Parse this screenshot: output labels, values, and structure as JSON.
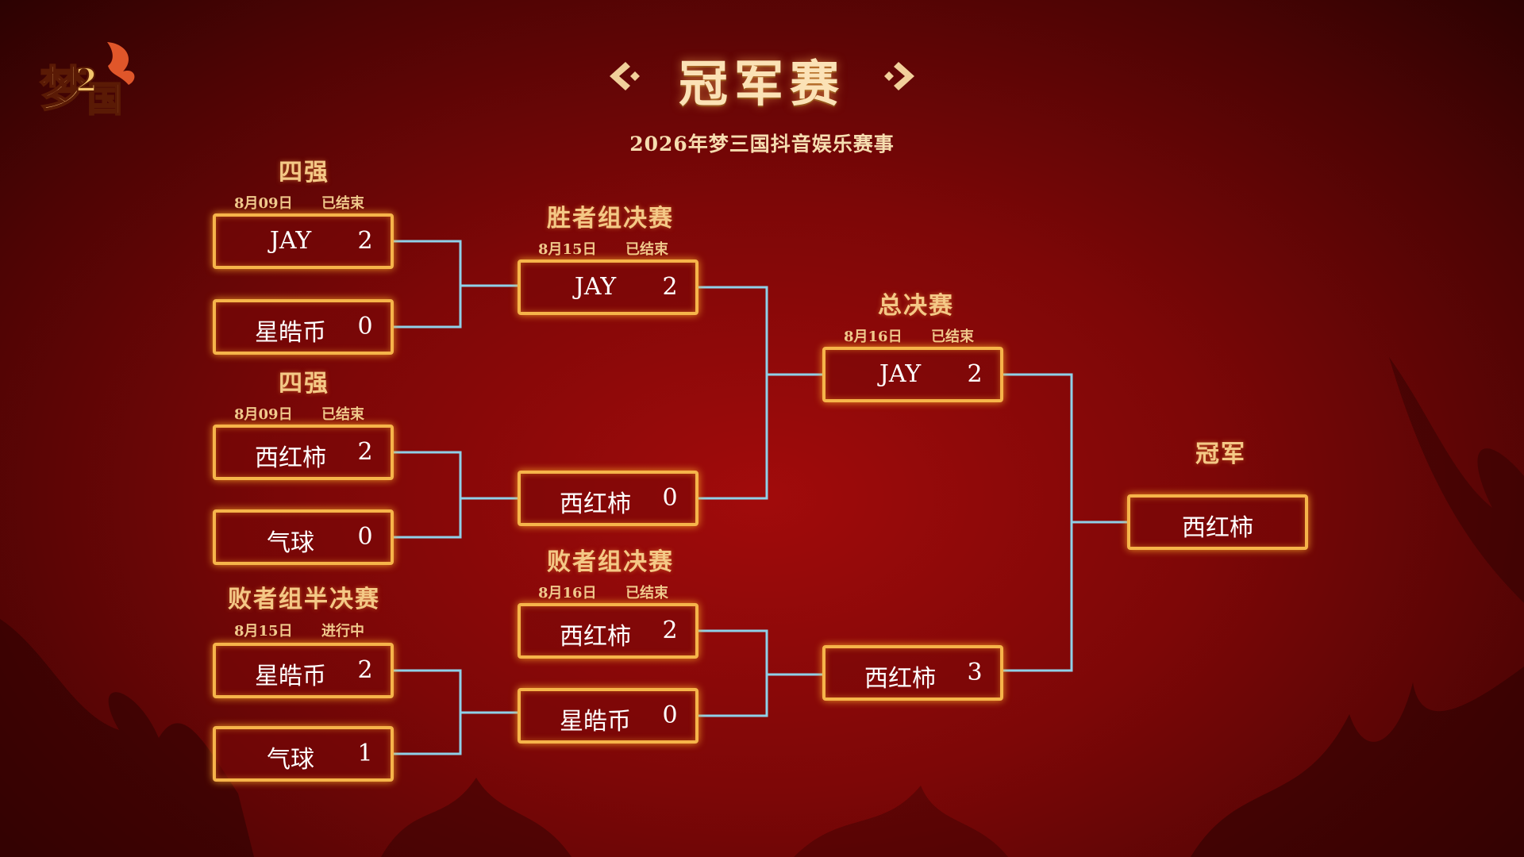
{
  "title": "冠军赛",
  "subtitle": "2026年梦三国抖音娱乐赛事",
  "stages": {
    "qf_top": "四强",
    "qf_mid": "四强",
    "losers_semi": "败者组半决赛",
    "winners_final": "胜者组决赛",
    "losers_final": "败者组决赛",
    "grand_final": "总决赛",
    "champion": "冠军"
  },
  "matches": {
    "qf1": {
      "date": "8月09日",
      "status": "已结束",
      "team1": {
        "name": "JAY",
        "score": "2"
      },
      "team2": {
        "name": "星皓币",
        "score": "0"
      }
    },
    "qf2": {
      "date": "8月09日",
      "status": "已结束",
      "team1": {
        "name": "西红柿",
        "score": "2"
      },
      "team2": {
        "name": "气球",
        "score": "0"
      }
    },
    "ls": {
      "date": "8月15日",
      "status": "进行中",
      "team1": {
        "name": "星皓币",
        "score": "2"
      },
      "team2": {
        "name": "气球",
        "score": "1"
      }
    },
    "wf": {
      "date": "8月15日",
      "status": "已结束",
      "team1": {
        "name": "JAY",
        "score": "2"
      },
      "team2": {
        "name": "西红柿",
        "score": "0"
      }
    },
    "lf": {
      "date": "8月16日",
      "status": "已结束",
      "team1": {
        "name": "西红柿",
        "score": "2"
      },
      "team2": {
        "name": "星皓币",
        "score": "0"
      }
    },
    "gf": {
      "date": "8月16日",
      "status": "已结束",
      "team1": {
        "name": "JAY",
        "score": "2"
      },
      "team2": {
        "name": "西红柿",
        "score": "3"
      }
    }
  },
  "champion": {
    "name": "西红柿"
  },
  "colors": {
    "box_border": "#f6b44a",
    "connector": "#8fd0e8",
    "label": "#f4c886"
  },
  "icons": {
    "logo": "game-logo",
    "title_left": "diamond-arrow-left-icon",
    "title_right": "diamond-arrow-right-icon"
  }
}
